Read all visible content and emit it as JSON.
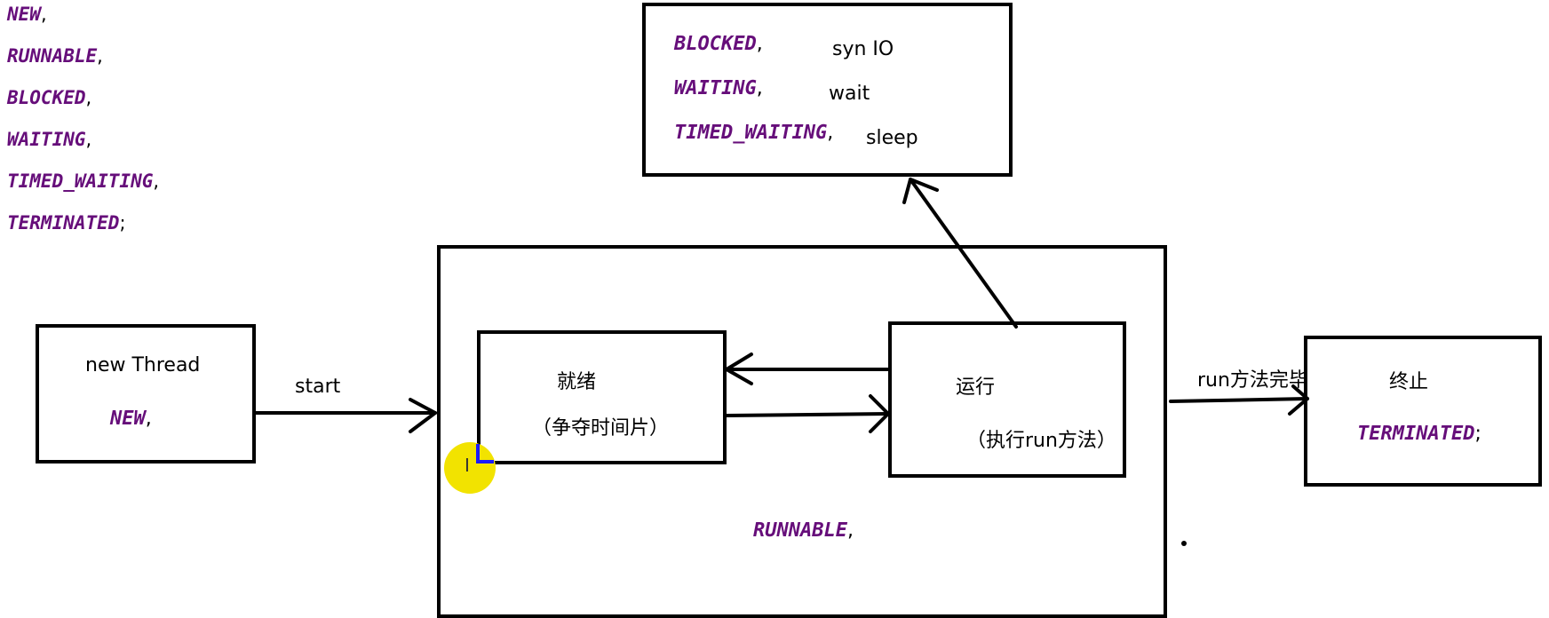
{
  "legend": [
    {
      "state": "NEW",
      "punct": ","
    },
    {
      "state": "RUNNABLE",
      "punct": ","
    },
    {
      "state": "BLOCKED",
      "punct": ","
    },
    {
      "state": "WAITING",
      "punct": ","
    },
    {
      "state": "TIMED_WAITING",
      "punct": ","
    },
    {
      "state": "TERMINATED",
      "punct": ";"
    }
  ],
  "blocked_box": {
    "rows": [
      {
        "state": "BLOCKED",
        "punct": ",",
        "note": "syn   IO"
      },
      {
        "state": "WAITING",
        "punct": ",",
        "note": "wait"
      },
      {
        "state": "TIMED_WAITING",
        "punct": ",",
        "note": "sleep"
      }
    ]
  },
  "new_box": {
    "line1": "new Thread",
    "state": "NEW",
    "punct": ","
  },
  "start_label": "start",
  "runnable_box": {
    "state": "RUNNABLE",
    "punct": ","
  },
  "ready_box": {
    "title": "就绪",
    "subtitle": "（争夺时间片）"
  },
  "running_box": {
    "title": "运行",
    "subtitle": "（执行run方法）"
  },
  "run_done_label": "run方法完毕",
  "terminated_box": {
    "title": "终止",
    "state": "TERMINATED",
    "punct": ";"
  }
}
